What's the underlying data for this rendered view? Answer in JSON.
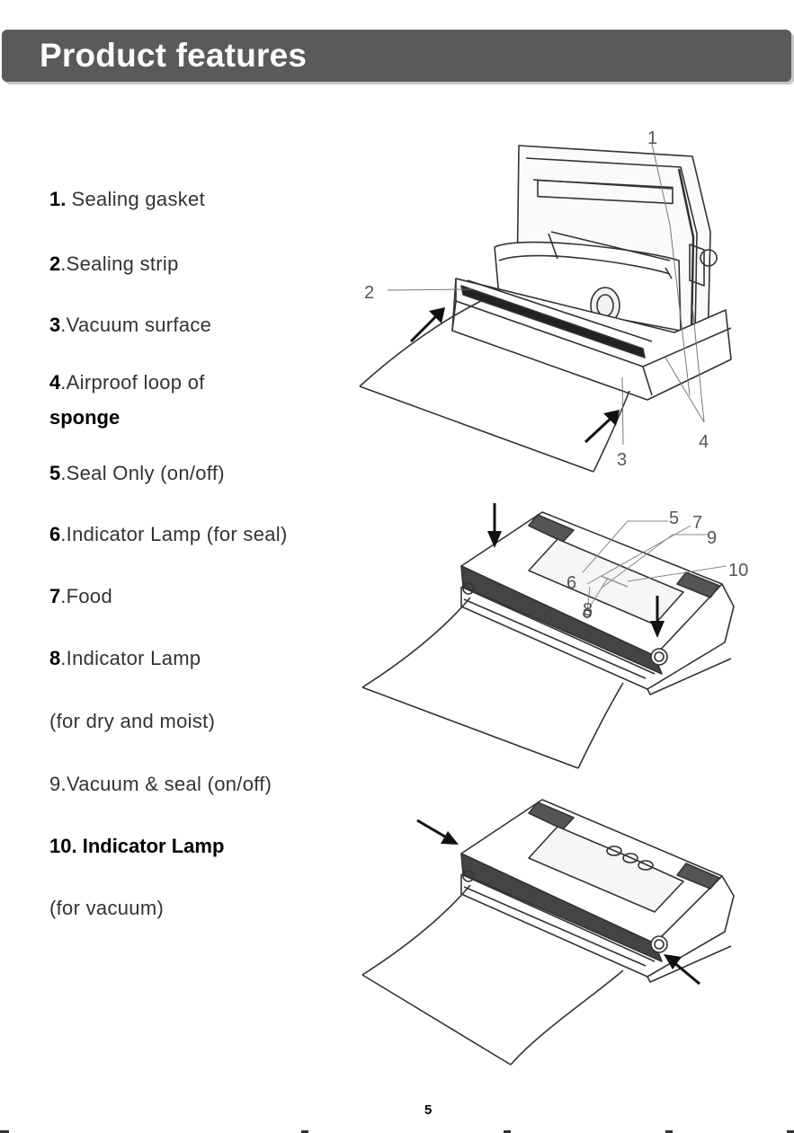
{
  "page": {
    "title": "Product features",
    "page_number": "5"
  },
  "features": [
    {
      "num": "1.",
      "text": "Sealing gasket"
    },
    {
      "num": "2",
      "text": ".Sealing strip"
    },
    {
      "num": "3",
      "text": ".Vacuum surface"
    },
    {
      "num": "4",
      "text": ".Airproof loop of",
      "cont": "sponge"
    },
    {
      "num": "5",
      "text": ".Seal Only (on/off)"
    },
    {
      "num": "6",
      "text": ".Indicator Lamp (for seal)"
    },
    {
      "num": "7",
      "text": ".Food"
    },
    {
      "num": "8",
      "text": ".Indicator Lamp"
    },
    {
      "text": "(for dry and moist)"
    },
    {
      "num": "9",
      "text": ".Vacuum & seal (on/off)"
    },
    {
      "num": "10",
      "text": ". Indicator Lamp"
    },
    {
      "text": "(for vacuum)"
    }
  ],
  "figures": {
    "open": {
      "callouts": [
        "1",
        "2",
        "3",
        "4"
      ]
    },
    "closed": {
      "callouts": [
        "5",
        "7",
        "9",
        "10",
        "6",
        "8"
      ]
    },
    "sealing": {
      "callouts": []
    }
  },
  "colors": {
    "header_bg": "#595a5c",
    "header_text": "#ffffff",
    "line_art": "#333333"
  }
}
